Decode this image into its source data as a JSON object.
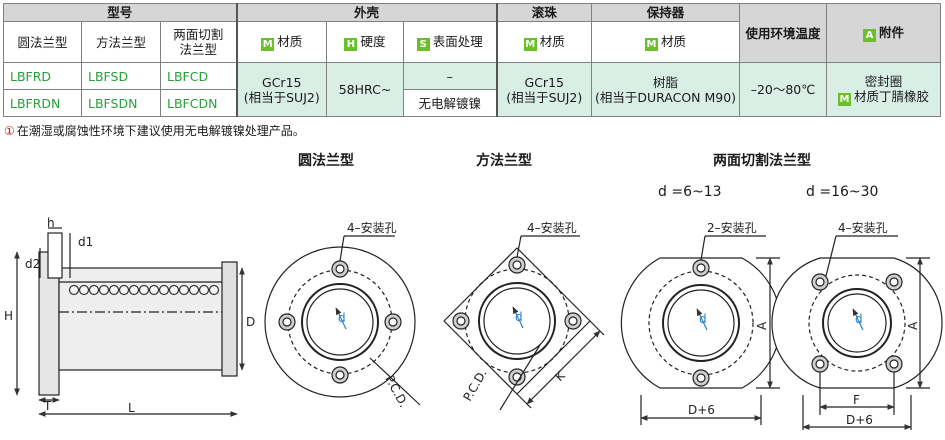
{
  "table": {
    "group_headers": {
      "model": "型号",
      "housing": "外壳",
      "ball": "滚珠",
      "retainer": "保持器",
      "env_temp": "使用环境温度",
      "accessory": "附件"
    },
    "badges": {
      "M": "M",
      "H": "H",
      "S": "S",
      "A": "A"
    },
    "sub_headers": {
      "round_flange": "圆法兰型",
      "square_flange": "方法兰型",
      "two_side_cut": "两面切割法兰型",
      "material": "材质",
      "hardness": "硬度",
      "surface": "表面处理",
      "ball_material": "材质",
      "retainer_material": "材质",
      "accessory": "附件"
    },
    "rows": [
      {
        "round": "LBFRD",
        "square": "LBFSD",
        "cut": "LBFCD",
        "surface": "–"
      },
      {
        "round": "LBFRDN",
        "square": "LBFSDN",
        "cut": "LBFCDN",
        "surface": "无电解镀镍"
      }
    ],
    "housing_material": "GCr15\n(相当于SUJ2)",
    "hardness": "58HRC~",
    "ball_material": "GCr15\n(相当于SUJ2)",
    "retainer_material": "树脂\n(相当于DURACON M90)",
    "temperature": "–20～80℃",
    "accessory_name": "密封圈",
    "accessory_material": "材质丁腈橡胶"
  },
  "note": {
    "mark": "①",
    "text": "在潮湿或腐蚀性环境下建议使用无电解镀镍处理产品。"
  },
  "drawings": {
    "title_round": "圆法兰型",
    "title_square": "方法兰型",
    "title_cut": "两面切割法兰型",
    "range_small": "d =6~13",
    "range_large": "d =16~30",
    "side_labels": {
      "h": "h",
      "d1": "d1",
      "d2": "d2",
      "H": "H",
      "D": "D",
      "T": "T",
      "L": "L"
    },
    "round_holes": "4–安装孔",
    "square_holes": "4–安装孔",
    "cut_small_holes": "2–安装孔",
    "cut_large_holes": "4–安装孔",
    "pcd": "P.C.D.",
    "K": "K",
    "A": "A",
    "F": "F",
    "D6": "D+6",
    "d": "d"
  }
}
